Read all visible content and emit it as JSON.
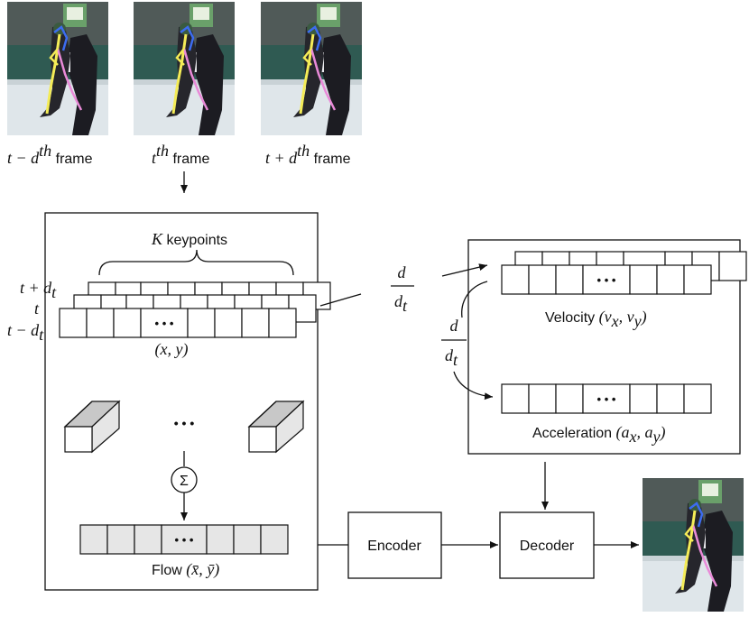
{
  "frames": [
    {
      "label_main": "t − d",
      "label_sup": "th",
      "label_tail": " frame"
    },
    {
      "label_main": "t",
      "label_sup": "th",
      "label_tail": " frame"
    },
    {
      "label_main": "t + d",
      "label_sup": "th",
      "label_tail": " frame"
    }
  ],
  "keypoints": {
    "brace_label_var": "K",
    "brace_label_text": " keypoints",
    "rows": [
      {
        "main": "t + d",
        "sub": "t"
      },
      {
        "main": "t",
        "sub": ""
      },
      {
        "main": "t − d",
        "sub": "t"
      }
    ],
    "coord_label": "(x, y)",
    "ellipsis": "• • •"
  },
  "flow": {
    "ellipsis_cubes": "• • •",
    "sum_symbol": "Σ",
    "ellipsis": "• • •",
    "label_text": "Flow ",
    "label_math": "(x̄, ȳ)"
  },
  "derivative": {
    "numerator": "d",
    "denominator": "d",
    "denominator_sub": "t"
  },
  "derivative2": {
    "numerator": "d",
    "denominator": "d",
    "denominator_sub": "t"
  },
  "velocity": {
    "label_text": "Velocity ",
    "label_math": "(v",
    "sub_x": "x",
    "sep": ", v",
    "sub_y": "y",
    "close": ")",
    "ellipsis": "• • •"
  },
  "acceleration": {
    "label_text": "Acceleration ",
    "label_math": "(a",
    "sub_x": "x",
    "sep": ", a",
    "sub_y": "y",
    "close": ")",
    "ellipsis": "• • •"
  },
  "encoder": {
    "label": "Encoder"
  },
  "decoder": {
    "label": "Decoder"
  },
  "colors": {
    "flow_cell": "#e6e6e6",
    "ice": "#dfe6ea",
    "board": "#2f5a52",
    "skeleton_yellow": "#f4ec57",
    "skeleton_pink": "#e98ad8",
    "skeleton_blue": "#3c6cf0"
  }
}
